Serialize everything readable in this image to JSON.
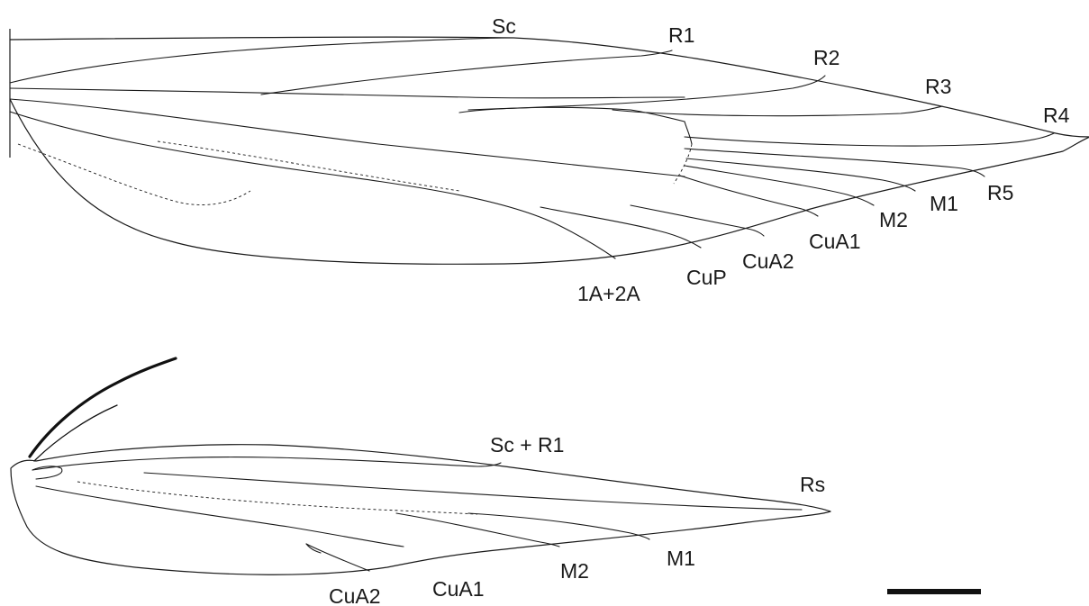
{
  "forewing": {
    "labels": {
      "sc": "Sc",
      "r1": "R1",
      "r2": "R2",
      "r3": "R3",
      "r4": "R4",
      "r5": "R5",
      "m1": "M1",
      "m2": "M2",
      "cua1": "CuA1",
      "cua2": "CuA2",
      "cup": "CuP",
      "a12": "1A+2A"
    }
  },
  "hindwing": {
    "labels": {
      "scr1": "Sc + R1",
      "rs": "Rs",
      "m1": "M1",
      "m2": "M2",
      "cua1": "CuA1",
      "cua2": "CuA2"
    }
  },
  "colors": {
    "line": "#1a1a1a",
    "background": "#ffffff"
  }
}
